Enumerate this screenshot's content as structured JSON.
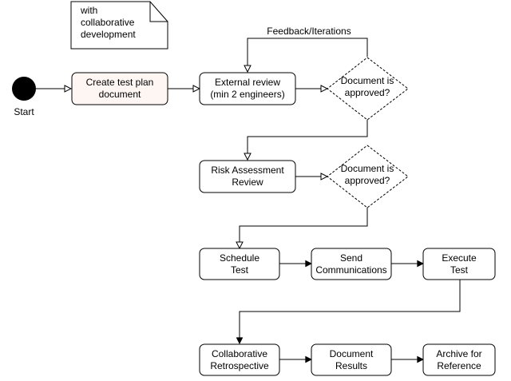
{
  "note": {
    "lines": [
      "with",
      "collaborative",
      "development"
    ]
  },
  "start": {
    "label": "Start"
  },
  "feedback_label": "Feedback/Iterations",
  "nodes": {
    "create_plan": {
      "lines": [
        "Create test plan",
        "document"
      ]
    },
    "external_review": {
      "lines": [
        "External review",
        "(min 2 engineers)"
      ]
    },
    "decision_1": {
      "lines": [
        "Document is",
        "approved?"
      ]
    },
    "risk_review": {
      "lines": [
        "Risk Assessment",
        "Review"
      ]
    },
    "decision_2": {
      "lines": [
        "Document is",
        "approved?"
      ]
    },
    "schedule_test": {
      "lines": [
        "Schedule",
        "Test"
      ]
    },
    "send_comms": {
      "lines": [
        "Send",
        "Communications"
      ]
    },
    "execute_test": {
      "lines": [
        "Execute",
        "Test"
      ]
    },
    "retrospective": {
      "lines": [
        "Collaborative",
        "Retrospective"
      ]
    },
    "document_results": {
      "lines": [
        "Document",
        "Results"
      ]
    },
    "archive": {
      "lines": [
        "Archive for",
        "Reference"
      ]
    }
  },
  "colors": {
    "stroke": "#000000",
    "highlight_fill": "#fdf6f3",
    "fill": "#ffffff"
  }
}
